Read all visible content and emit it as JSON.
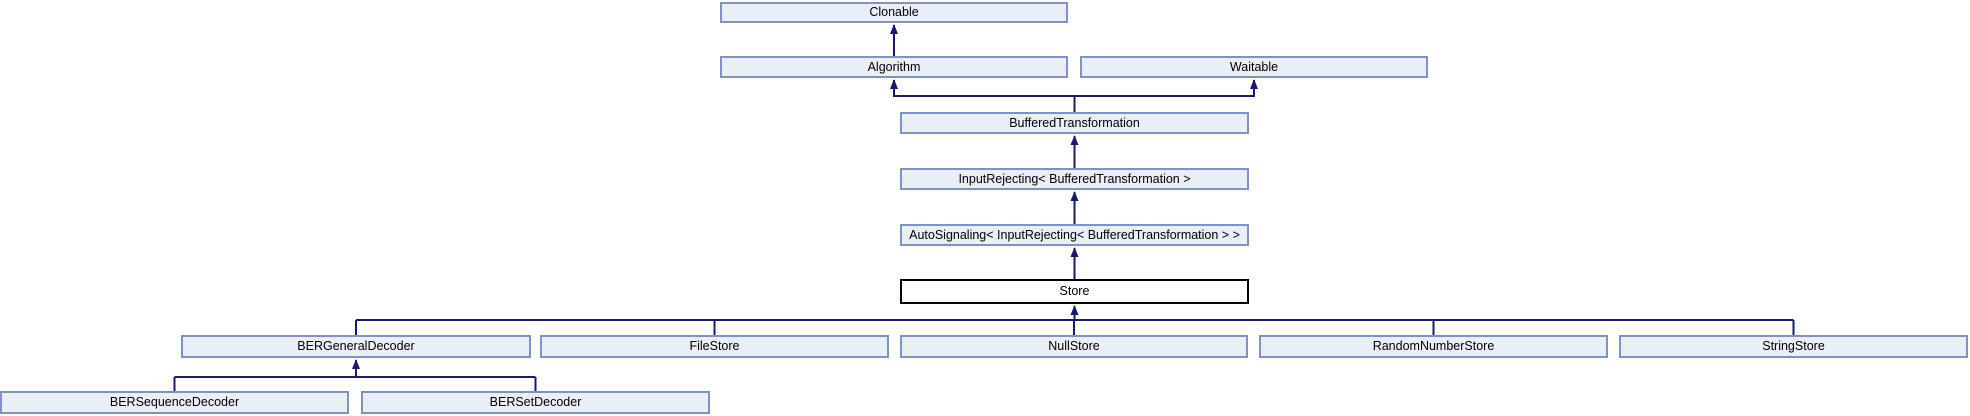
{
  "diagram_kind": "class-inheritance-graph",
  "colors": {
    "node_fill": "#e9eef7",
    "node_border": "#8191c5",
    "focus_node_fill": "#ffffff",
    "focus_node_border": "#000000",
    "edge": "#191970",
    "background": "#ffffff",
    "text": "#000000"
  },
  "nodes": {
    "clonable": {
      "label": "Clonable"
    },
    "algorithm": {
      "label": "Algorithm"
    },
    "waitable": {
      "label": "Waitable"
    },
    "buffered_transformation": {
      "label": "BufferedTransformation"
    },
    "input_rejecting": {
      "label": "InputRejecting< BufferedTransformation >"
    },
    "auto_signaling": {
      "label": "AutoSignaling< InputRejecting< BufferedTransformation > >"
    },
    "store": {
      "label": "Store"
    },
    "ber_general_decoder": {
      "label": "BERGeneralDecoder"
    },
    "file_store": {
      "label": "FileStore"
    },
    "null_store": {
      "label": "NullStore"
    },
    "random_number_store": {
      "label": "RandomNumberStore"
    },
    "string_store": {
      "label": "StringStore"
    },
    "ber_sequence_decoder": {
      "label": "BERSequenceDecoder"
    },
    "ber_set_decoder": {
      "label": "BERSetDecoder"
    }
  },
  "edges": [
    {
      "from": "Algorithm",
      "to": "Clonable",
      "type": "inherits"
    },
    {
      "from": "BufferedTransformation",
      "to": "Algorithm",
      "type": "inherits"
    },
    {
      "from": "BufferedTransformation",
      "to": "Waitable",
      "type": "inherits"
    },
    {
      "from": "InputRejecting< BufferedTransformation >",
      "to": "BufferedTransformation",
      "type": "inherits"
    },
    {
      "from": "AutoSignaling< InputRejecting< BufferedTransformation > >",
      "to": "InputRejecting< BufferedTransformation >",
      "type": "inherits"
    },
    {
      "from": "Store",
      "to": "AutoSignaling< InputRejecting< BufferedTransformation > >",
      "type": "inherits"
    },
    {
      "from": "BERGeneralDecoder",
      "to": "Store",
      "type": "inherits"
    },
    {
      "from": "FileStore",
      "to": "Store",
      "type": "inherits"
    },
    {
      "from": "NullStore",
      "to": "Store",
      "type": "inherits"
    },
    {
      "from": "RandomNumberStore",
      "to": "Store",
      "type": "inherits"
    },
    {
      "from": "StringStore",
      "to": "Store",
      "type": "inherits"
    },
    {
      "from": "BERSequenceDecoder",
      "to": "BERGeneralDecoder",
      "type": "inherits"
    },
    {
      "from": "BERSetDecoder",
      "to": "BERGeneralDecoder",
      "type": "inherits"
    }
  ]
}
